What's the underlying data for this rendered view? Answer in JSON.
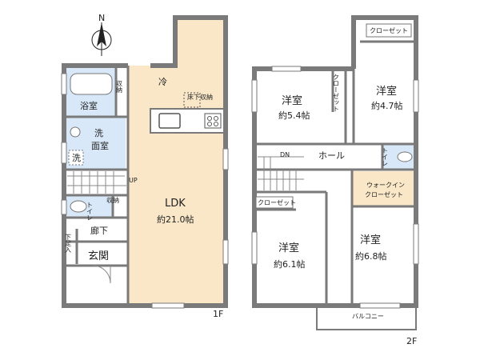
{
  "compass": {
    "north_label": "N",
    "icon": "north-arrow-icon"
  },
  "floor1": {
    "floor_label": "1F",
    "rooms": {
      "bath": "浴室",
      "storage1": "収納",
      "washroom_line1": "洗",
      "washroom_line2": "面室",
      "washer": "洗",
      "toilet": "トイレ",
      "storage2": "収納",
      "hallway": "廊下",
      "shoebox": "下足入",
      "entrance": "玄関",
      "fridge": "冷",
      "underfloor": "床下収納",
      "ldk_name": "LDK",
      "ldk_size": "約21.0帖",
      "stairs_up": "UP"
    }
  },
  "floor2": {
    "floor_label": "2F",
    "rooms": {
      "closet_top": "クローゼット",
      "closet_vertical": "クローゼット",
      "room_a_name": "洋室",
      "room_a_size": "約5.4帖",
      "room_b_name": "洋室",
      "room_b_size": "約4.7帖",
      "stairs_down": "DN",
      "hall": "ホール",
      "toilet": "トイレ",
      "wic_line1": "ウォークイン",
      "wic_line2": "クローゼット",
      "closet_small": "クローゼット",
      "room_c_name": "洋室",
      "room_c_size": "約6.1帖",
      "room_d_name": "洋室",
      "room_d_size": "約6.8帖",
      "balcony": "バルコニー"
    }
  },
  "colors": {
    "wall": "#7a7a7a",
    "ldk_floor": "#f9e7c8",
    "wet_area": "#d8e8f8",
    "wic_floor": "#f9e7c8",
    "background": "#ffffff"
  }
}
